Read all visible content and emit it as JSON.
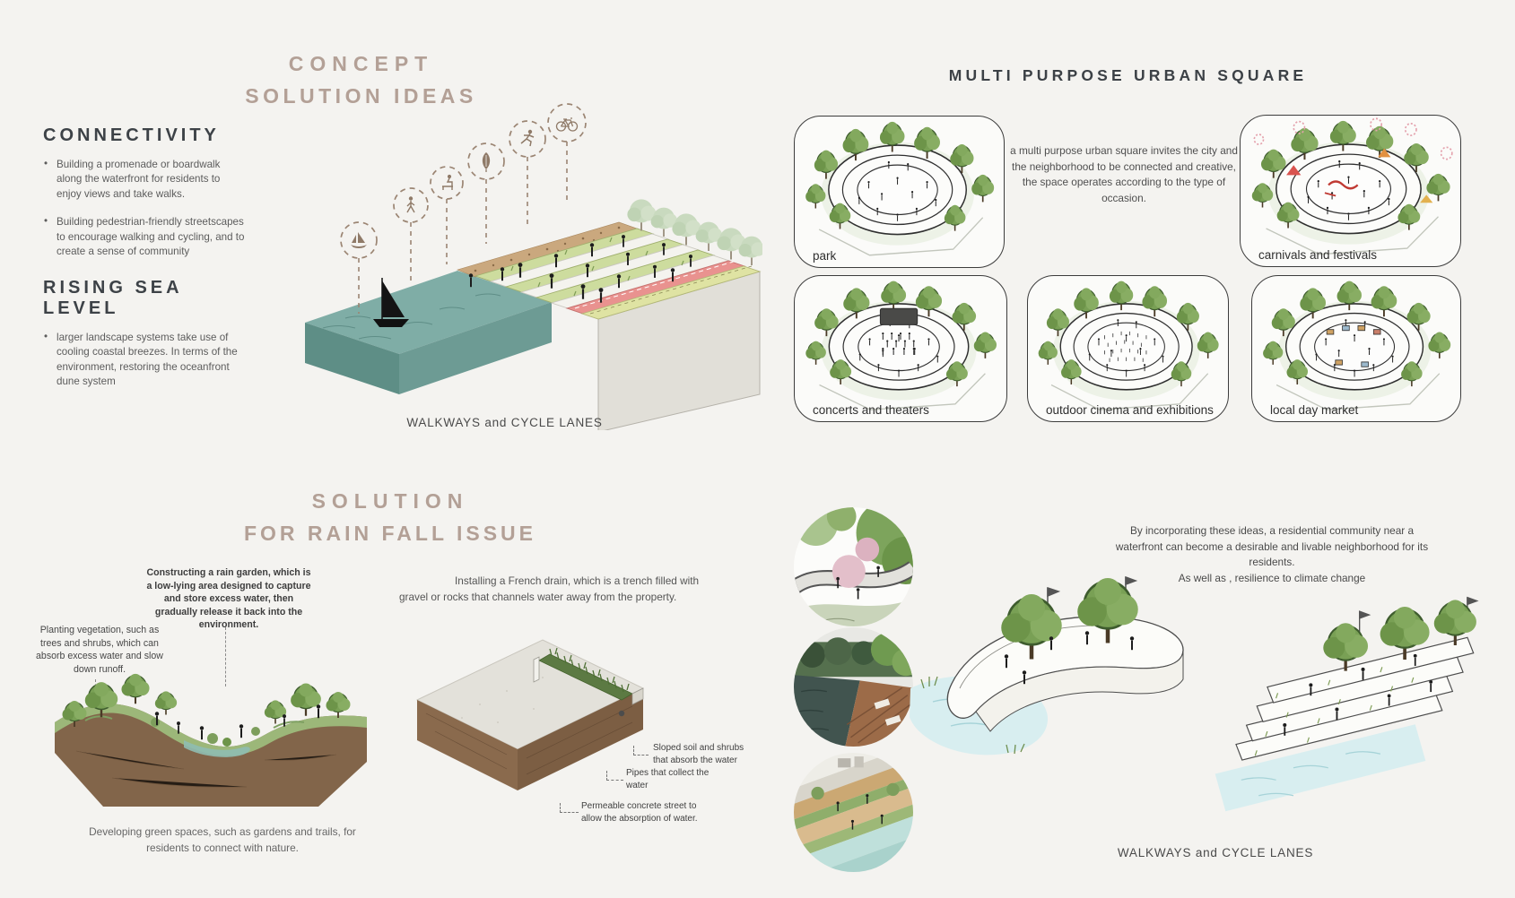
{
  "concept": {
    "title_line1": "CONCEPT",
    "title_line2": "SOLUTION IDEAS",
    "connectivity_heading": "CONNECTIVITY",
    "connectivity_bullets": [
      "Building a promenade or boardwalk along the waterfront for residents to enjoy views and take walks.",
      "Building pedestrian-friendly streetscapes to encourage walking and cycling, and to create a sense of community"
    ],
    "rising_heading": "RISING SEA LEVEL",
    "rising_bullets": [
      "larger landscape systems take use of cooling coastal breezes. In terms of the environment, restoring the oceanfront dune system"
    ],
    "diagram_caption": "WALKWAYS and CYCLE LANES",
    "icon_names": [
      "sailboat-icon",
      "pedestrian-icon",
      "bench-icon",
      "leaf-icon",
      "runner-icon",
      "bicycle-icon"
    ]
  },
  "urban_square": {
    "title": "MULTI PURPOSE URBAN SQUARE",
    "description": "a multi purpose urban square invites the city and the neighborhood to be connected and creative, the space operates according to the type of occasion.",
    "cards": [
      {
        "label": "park"
      },
      {
        "label": "carnivals and festivals"
      },
      {
        "label": "concerts and theaters"
      },
      {
        "label": "outdoor cinema and exhibitions"
      },
      {
        "label": "local day market"
      }
    ]
  },
  "rainfall": {
    "title_line1": "SOLUTION",
    "title_line2": "FOR RAIN FALL ISSUE",
    "rain_garden_note": "Constructing a rain garden, which is a low-lying area designed to capture and store excess water, then gradually release it back into the environment.",
    "vegetation_note": "Planting vegetation, such as trees and shrubs, which can absorb excess water and slow down runoff.",
    "green_spaces_caption": "Developing green spaces, such as gardens and trails, for residents to connect with nature.",
    "french_drain_note": "Installing a French drain, which is a trench filled with gravel or rocks that channels water away from the property.",
    "annotations": [
      "Sloped soil and shrubs that absorb the water",
      "Pipes that collect the water",
      "Permeable concrete street to allow the absorption of water."
    ]
  },
  "residential": {
    "summary": "By incorporating these ideas, a residential community near a waterfront can become a desirable and livable neighborhood for its residents.",
    "summary_line2": "As well as , resilience to climate change",
    "diagram_caption": "WALKWAYS and CYCLE LANES"
  },
  "colors": {
    "background": "#f4f3f0",
    "accent_taupe": "#b3a096",
    "heading_dark": "#3d4247",
    "body_gray": "#5c5c5c",
    "water_teal": "#7fada6",
    "water_light": "#d8eef0",
    "tree_green": "#79a055",
    "cycle_lane_red": "#e9928f",
    "soil_brown": "#82654a",
    "sand_tan": "#caa87e"
  }
}
